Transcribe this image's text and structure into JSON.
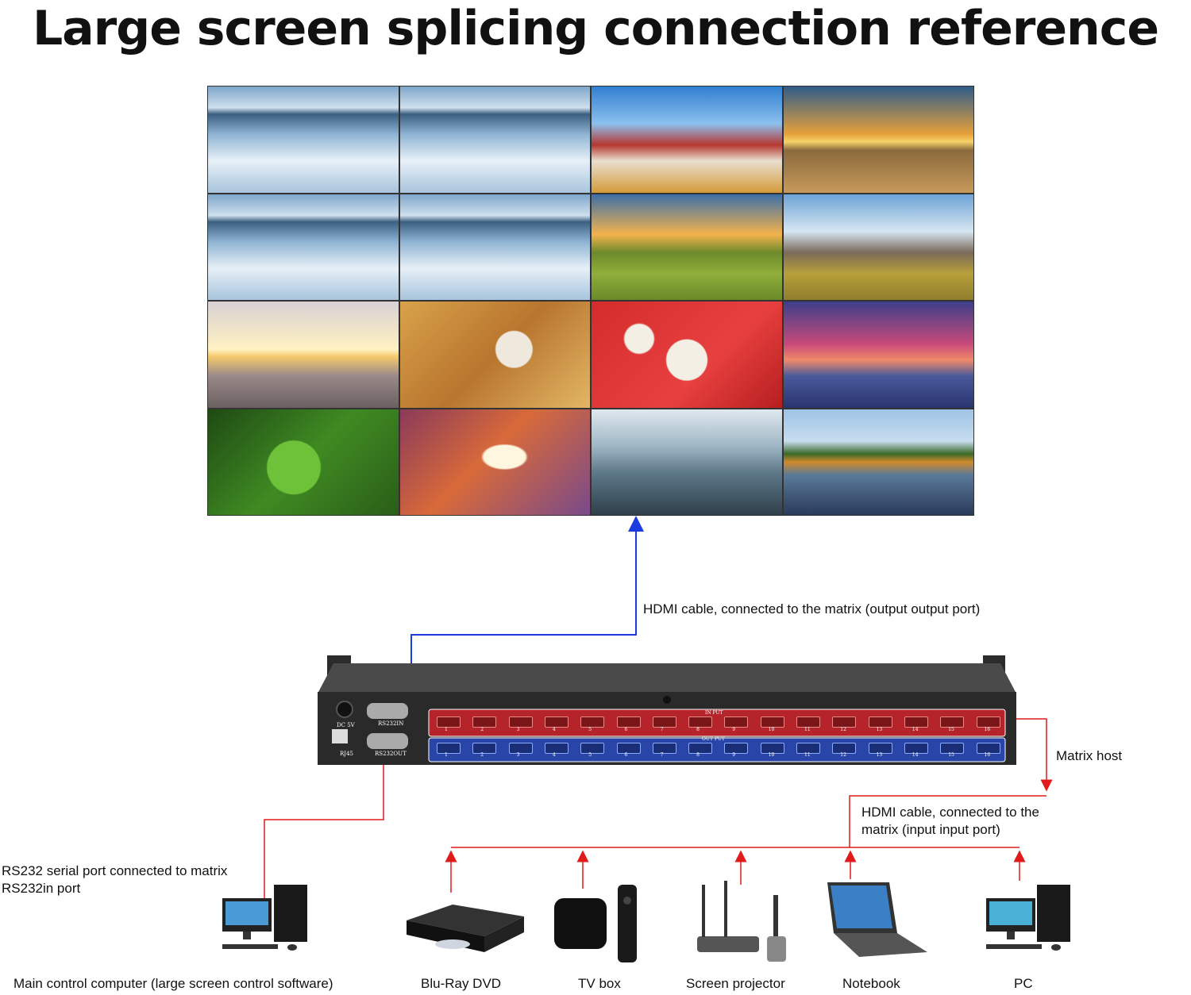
{
  "title": "Large screen splicing connection reference",
  "labels": {
    "hdmi_output": "HDMI cable, connected to the matrix (output output port)",
    "matrix_host": "Matrix host",
    "hdmi_input_line1": "HDMI cable, connected to the",
    "hdmi_input_line2": "matrix (input input port)",
    "rs232_line1": "RS232 serial port connected to matrix",
    "rs232_line2": "RS232in port"
  },
  "device_panel": {
    "dc": "DC 5V",
    "rj45": "RJ45",
    "rs232in": "RS232IN",
    "rs232out": "RS232OUT",
    "input_label": "IN PUT",
    "output_label": "OUT PUT",
    "port_numbers": [
      "1",
      "2",
      "3",
      "4",
      "5",
      "6",
      "7",
      "8",
      "9",
      "10",
      "11",
      "12",
      "13",
      "14",
      "15",
      "16"
    ]
  },
  "devices": [
    {
      "name": "Main control computer (large screen control software)"
    },
    {
      "name": "Blu-Ray DVD"
    },
    {
      "name": "TV box"
    },
    {
      "name": "Screen projector"
    },
    {
      "name": "Notebook"
    },
    {
      "name": "PC"
    }
  ],
  "colors": {
    "input_wire": "#e01b1b",
    "output_wire": "#1b3de0",
    "input_bar": "#b5242a",
    "output_bar": "#2a45a8"
  }
}
